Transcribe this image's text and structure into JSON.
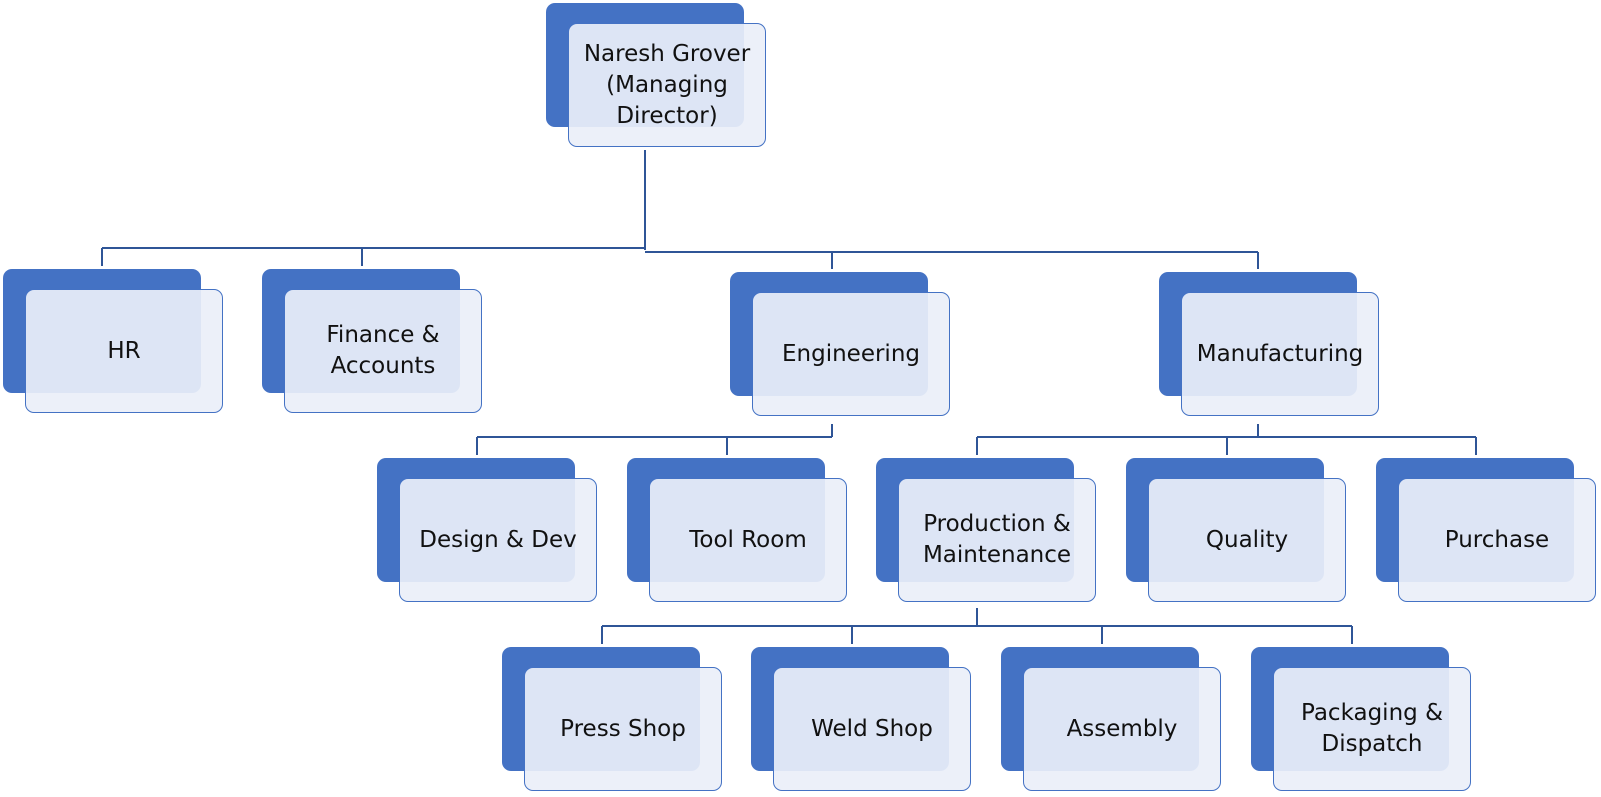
{
  "diagram": {
    "line_color": "#2f5597",
    "back_color": "#4472c4",
    "front_color": "#eaeff8",
    "nodes": [
      {
        "id": "root",
        "label": "Naresh Grover\n(Managing\nDirector)",
        "parent": null
      },
      {
        "id": "hr",
        "label": "HR",
        "parent": "root"
      },
      {
        "id": "finance",
        "label": "Finance &\nAccounts",
        "parent": "root"
      },
      {
        "id": "engineering",
        "label": "Engineering",
        "parent": "root"
      },
      {
        "id": "manufacturing",
        "label": "Manufacturing",
        "parent": "root"
      },
      {
        "id": "design",
        "label": "Design & Dev",
        "parent": "engineering"
      },
      {
        "id": "toolroom",
        "label": "Tool Room",
        "parent": "engineering"
      },
      {
        "id": "production",
        "label": "Production &\nMaintenance",
        "parent": "manufacturing"
      },
      {
        "id": "quality",
        "label": "Quality",
        "parent": "manufacturing"
      },
      {
        "id": "purchase",
        "label": "Purchase",
        "parent": "manufacturing"
      },
      {
        "id": "press",
        "label": "Press Shop",
        "parent": "production"
      },
      {
        "id": "weld",
        "label": "Weld Shop",
        "parent": "production"
      },
      {
        "id": "assembly",
        "label": "Assembly",
        "parent": "production"
      },
      {
        "id": "packaging",
        "label": "Packaging &\nDispatch",
        "parent": "production"
      }
    ]
  }
}
